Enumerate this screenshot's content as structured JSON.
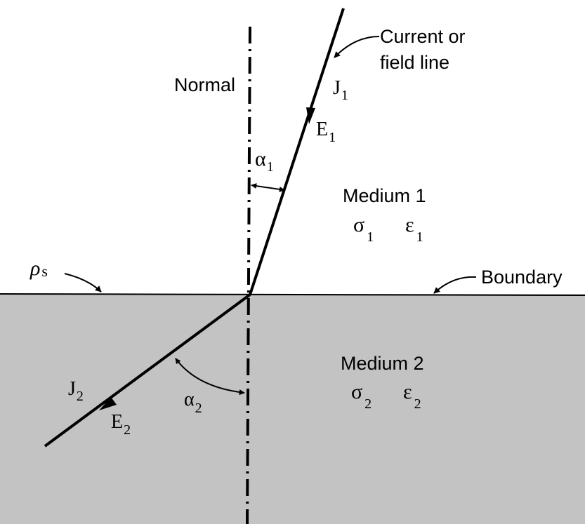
{
  "labels": {
    "current_line": [
      "Current or",
      "field line"
    ],
    "normal": "Normal",
    "boundary": "Boundary",
    "rho": "ρ",
    "rho_sub": "s",
    "j1": "J",
    "j1_sub": "1",
    "e1": "E",
    "e1_sub": "1",
    "alpha1": "α",
    "alpha1_sub": "1",
    "j2": "J",
    "j2_sub": "2",
    "e2": "E",
    "e2_sub": "2",
    "alpha2": "α",
    "alpha2_sub": "2"
  },
  "medium1": {
    "name": "Medium 1",
    "sigma": "σ",
    "sigma_sub": "1",
    "epsilon": "ε",
    "epsilon_sub": "1"
  },
  "medium2": {
    "name": "Medium 2",
    "sigma": "σ",
    "sigma_sub": "2",
    "epsilon": "ε",
    "epsilon_sub": "2"
  },
  "colors": {
    "medium2_fill": "#c3c3c3",
    "ink": "#000000",
    "background": "#ffffff"
  }
}
